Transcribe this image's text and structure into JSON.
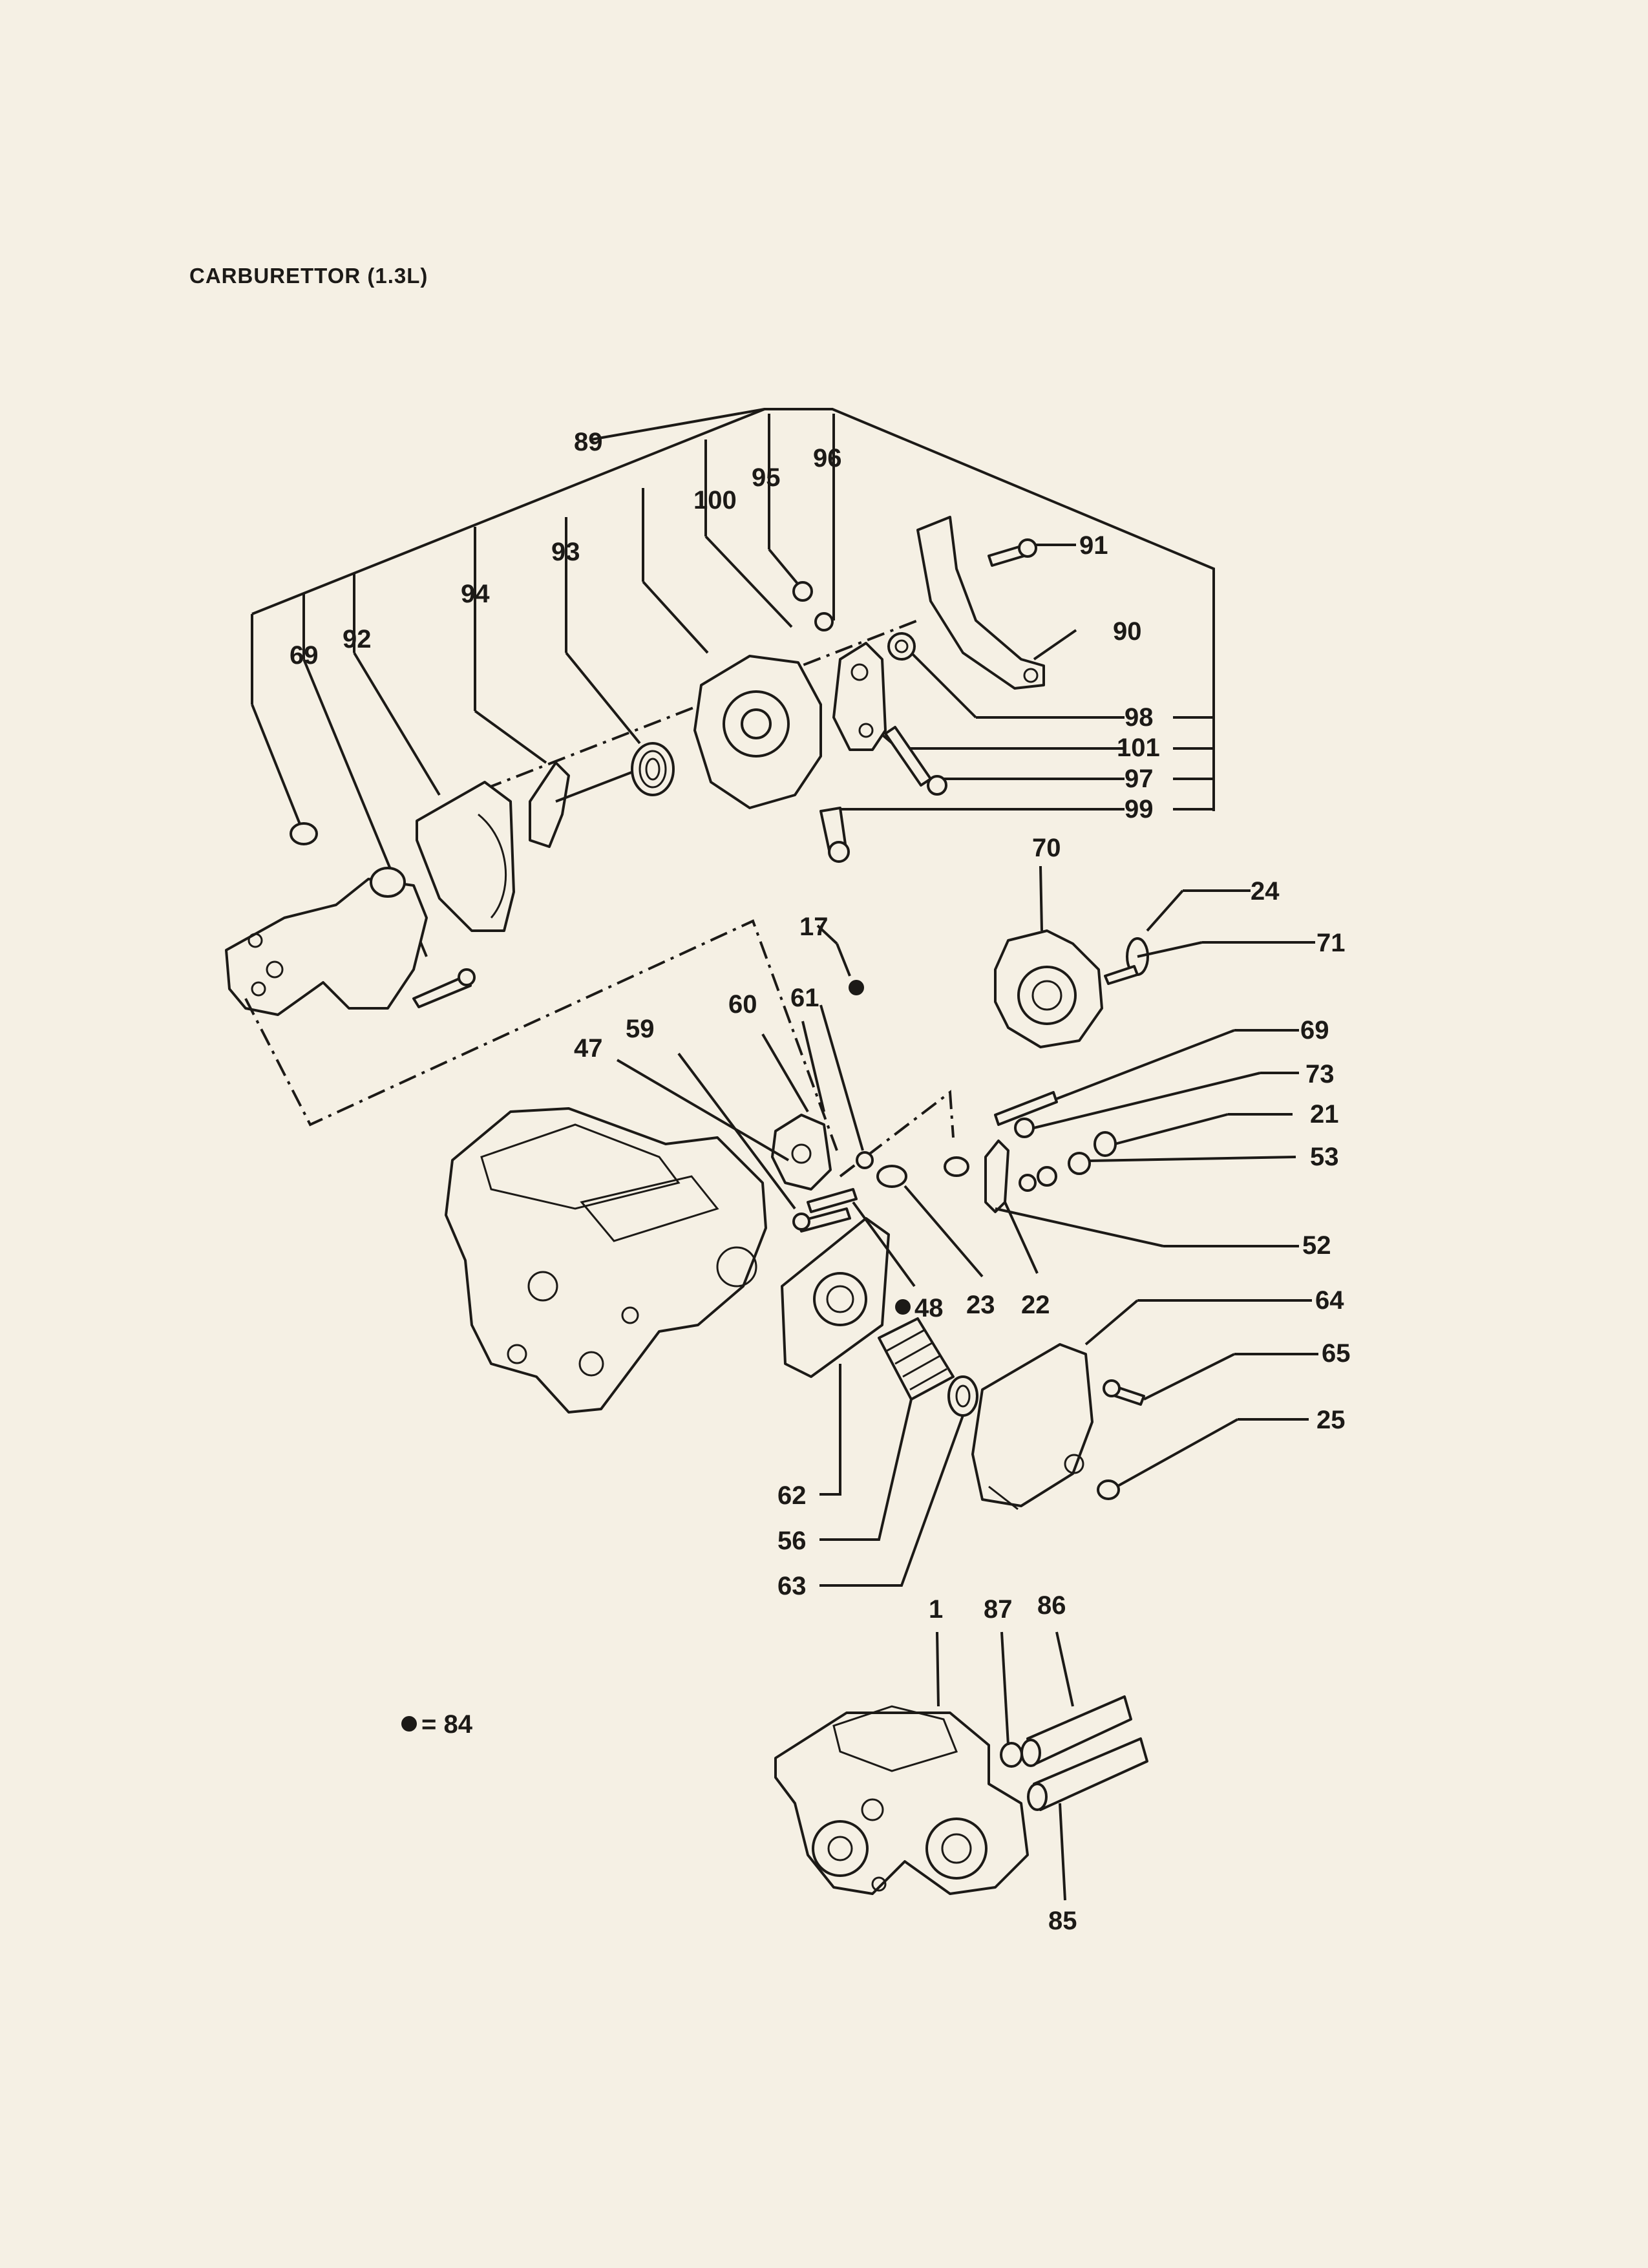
{
  "page": {
    "title": "CARBURETTOR (1.3L)",
    "legend": {
      "symbol": "●",
      "text": "= 84"
    }
  },
  "diagram": {
    "callouts": {
      "c1": "1",
      "c17": "17",
      "c21": "21",
      "c22": "22",
      "c23": "23",
      "c24": "24",
      "c25": "25",
      "c47": "47",
      "c48": "48",
      "c52": "52",
      "c53": "53",
      "c56": "56",
      "c59": "59",
      "c60": "60",
      "c61": "61",
      "c62": "62",
      "c63": "63",
      "c64": "64",
      "c65": "65",
      "c69a": "69",
      "c69b": "69",
      "c70": "70",
      "c71": "71",
      "c73": "73",
      "c85": "85",
      "c86": "86",
      "c87": "87",
      "c89": "89",
      "c90": "90",
      "c91": "91",
      "c92": "92",
      "c93": "93",
      "c94": "94",
      "c95": "95",
      "c96": "96",
      "c97": "97",
      "c98": "98",
      "c99": "99",
      "c100": "100",
      "c101": "101"
    }
  }
}
